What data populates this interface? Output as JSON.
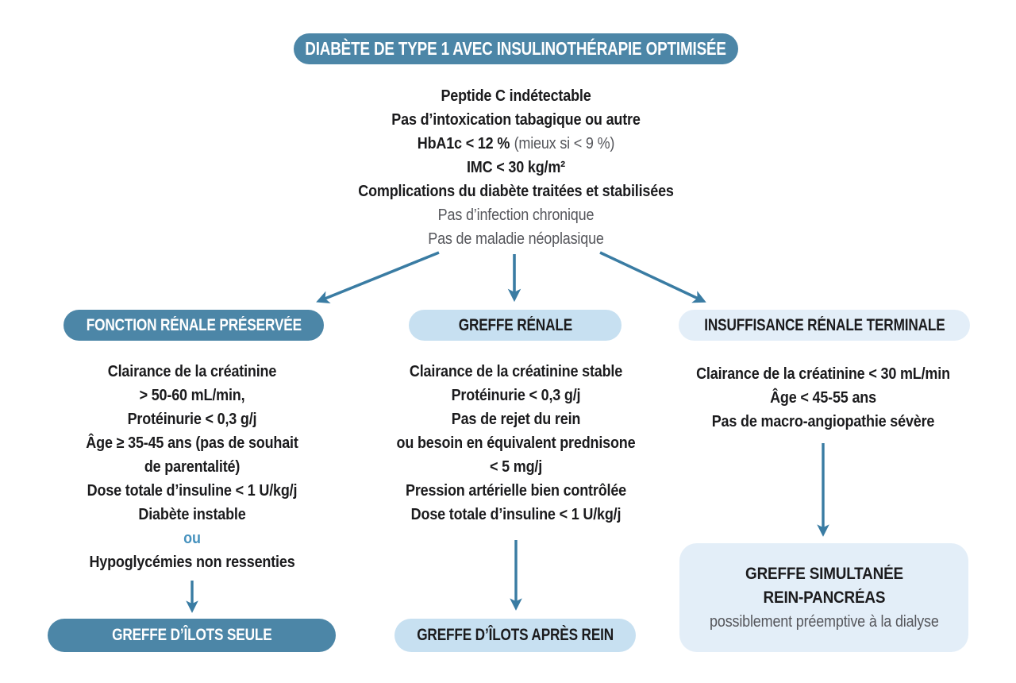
{
  "palette": {
    "dark_pill_bg": "#4C86A7",
    "light_pill_bg": "#C7E0F1",
    "lighter_pill_bg": "#E3EEF8",
    "arrow_color": "#3A7CA3",
    "text_dark": "#1B1B1D",
    "text_gray": "#55565B",
    "text_blue": "#4792BE"
  },
  "root": {
    "title": "DIABÈTE DE TYPE 1 AVEC INSULINOTHÉRAPIE OPTIMISÉE"
  },
  "intro": {
    "line1": "Peptide C indétectable",
    "line2": "Pas d’intoxication tabagique ou autre",
    "line3_bold": "HbA1c < 12 %",
    "line3_gray": "(mieux si < 9 %)",
    "line4": "IMC < 30 kg/m²",
    "line5": "Complications du diabète traitées et stabilisées",
    "line6": "Pas d’infection chronique",
    "line7": "Pas de maladie néoplasique"
  },
  "branches": {
    "left": {
      "header": "FONCTION RÉNALE PRÉSERVÉE",
      "criteria": [
        "Clairance de la créatinine",
        "> 50-60 mL/min,",
        "Protéinurie < 0,3 g/j",
        "Âge ≥ 35-45 ans (pas de souhait",
        "de parentalité)",
        "Dose totale d’insuline < 1 U/kg/j",
        "Diabète instable"
      ],
      "connector": "ou",
      "criteria_after": "Hypoglycémies non ressenties",
      "outcome": "GREFFE D’ÎLOTS SEULE"
    },
    "middle": {
      "header": "GREFFE RÉNALE",
      "criteria": [
        "Clairance de la créatinine stable",
        "Protéinurie < 0,3 g/j",
        "Pas de rejet du rein",
        "ou besoin en équivalent prednisone",
        "< 5 mg/j",
        "Pression artérielle bien contrôlée",
        "Dose totale d’insuline < 1 U/kg/j"
      ],
      "outcome": "GREFFE D’ÎLOTS APRÈS REIN"
    },
    "right": {
      "header": "INSUFFISANCE RÉNALE TERMINALE",
      "criteria": [
        "Clairance de la créatinine < 30 mL/min",
        "Âge < 45-55 ans",
        "Pas de macro-angiopathie sévère"
      ],
      "outcome_line1": "GREFFE SIMULTANÉE",
      "outcome_line2": "REIN-PANCRÉAS",
      "outcome_note": "possiblement préemptive à la dialyse"
    }
  }
}
